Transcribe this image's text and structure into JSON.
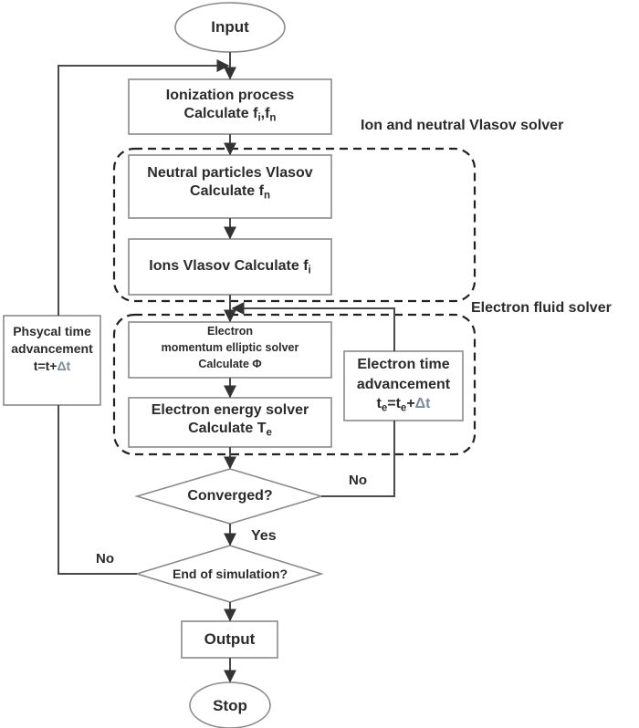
{
  "diagram": {
    "type": "flowchart",
    "nodes": {
      "input": {
        "label": "Input"
      },
      "ionization": {
        "line1": "Ionization process",
        "line2_prefix": "Calculate f",
        "sub1": "i",
        "sep": ",f",
        "sub2": "n"
      },
      "neutral_vlasov": {
        "line1": "Neutral particles Vlasov",
        "line2_prefix": "Calculate f",
        "sub": "n"
      },
      "ions_vlasov": {
        "prefix": "Ions Vlasov Calculate f",
        "sub": "i"
      },
      "electron_momentum": {
        "line1": "Electron",
        "line2": "momentum elliptic solver",
        "line3": "Calculate Φ"
      },
      "electron_energy": {
        "line1": "Electron energy solver",
        "line2_prefix": "Calculate T",
        "sub": "e"
      },
      "electron_time": {
        "line1": "Electron time",
        "line2": "advancement",
        "eq_a": "t",
        "eq_a_sub": "e",
        "eq_b": "=t",
        "eq_b_sub": "e",
        "eq_c": "+",
        "eq_delta": "Δt"
      },
      "physical_time": {
        "line1": "Phsycal time",
        "line2": "advancement",
        "eq": "t=t+",
        "eq_delta": "Δt"
      },
      "converged": {
        "label": "Converged?"
      },
      "end_sim": {
        "label": "End of simulation?"
      },
      "output": {
        "label": "Output"
      },
      "stop": {
        "label": "Stop"
      }
    },
    "groups": {
      "ion_neutral": {
        "label": "Ion and neutral Vlasov solver"
      },
      "electron_fluid": {
        "label": "Electron fluid solver"
      }
    },
    "edge_labels": {
      "converged_no": "No",
      "converged_yes": "Yes",
      "end_no": "No"
    }
  }
}
